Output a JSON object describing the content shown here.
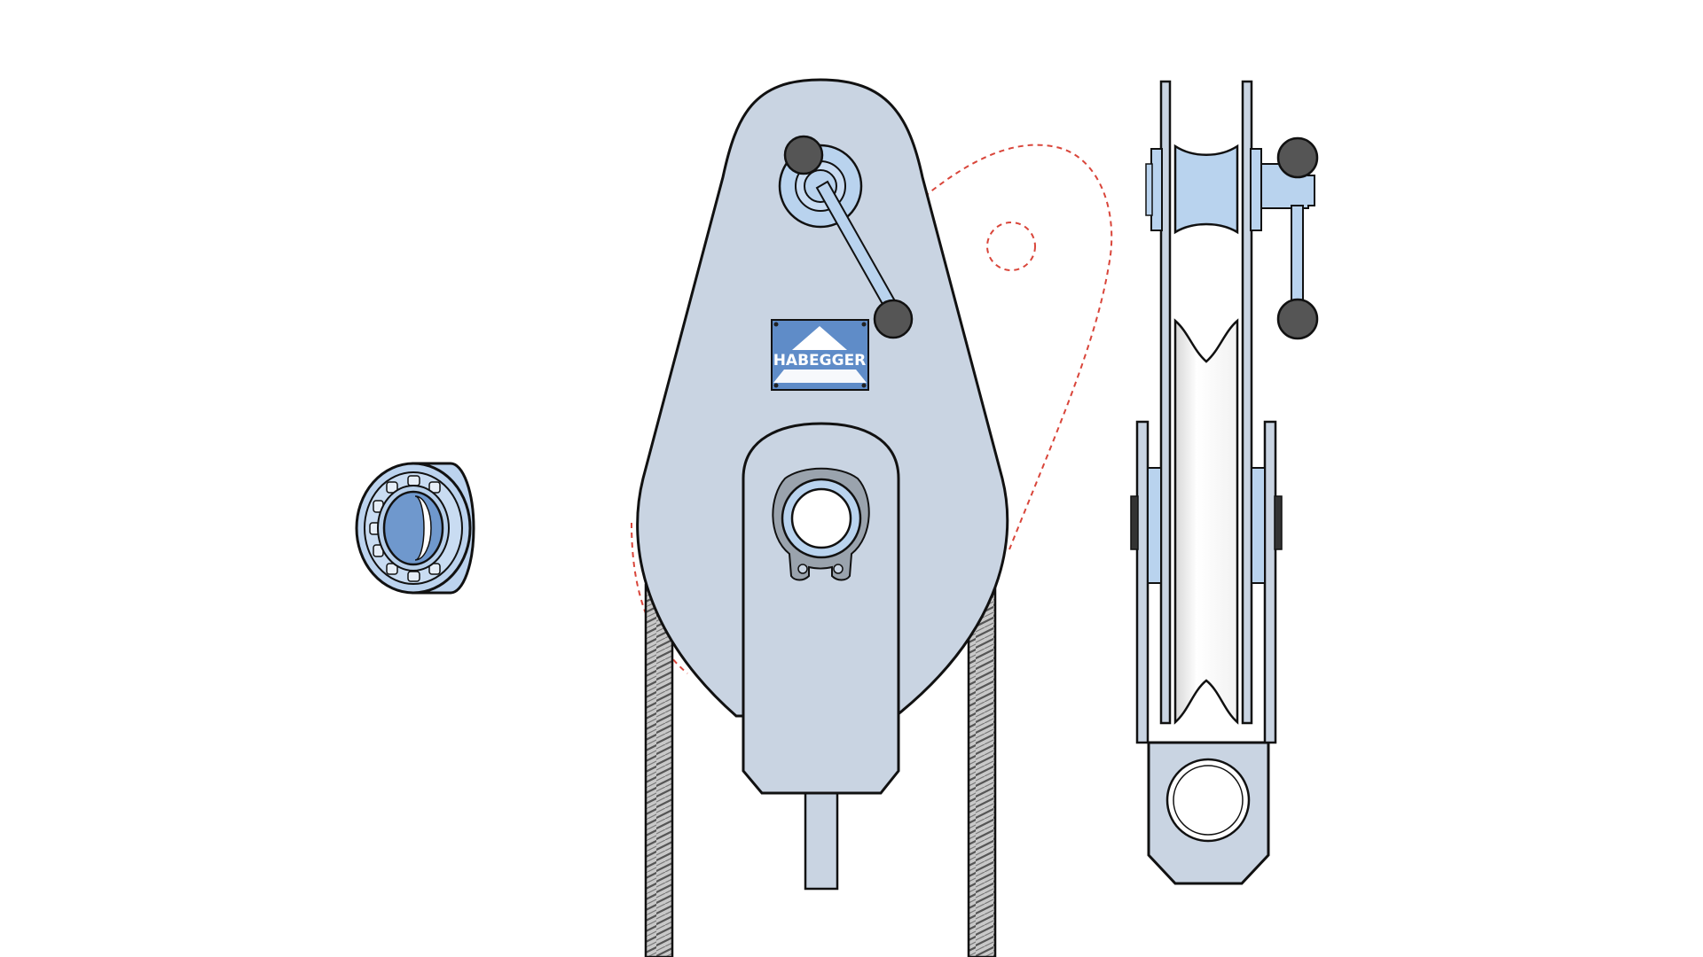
{
  "diagram": {
    "brand_label": "HABEGGER",
    "colors": {
      "plate": "#c9d4e2",
      "blue_part": "#b9d3ee",
      "badge": "#5f8cc8",
      "knob": "#555555",
      "rope": "#9c9c9c",
      "swing_outline": "#d9453a",
      "outline": "#111111"
    },
    "parts": [
      "ball-bearing",
      "pulley-block-front-view",
      "pulley-block-side-view",
      "wire-rope",
      "locking-lever",
      "retaining-ring",
      "swing-plate-dashed-outline"
    ]
  }
}
